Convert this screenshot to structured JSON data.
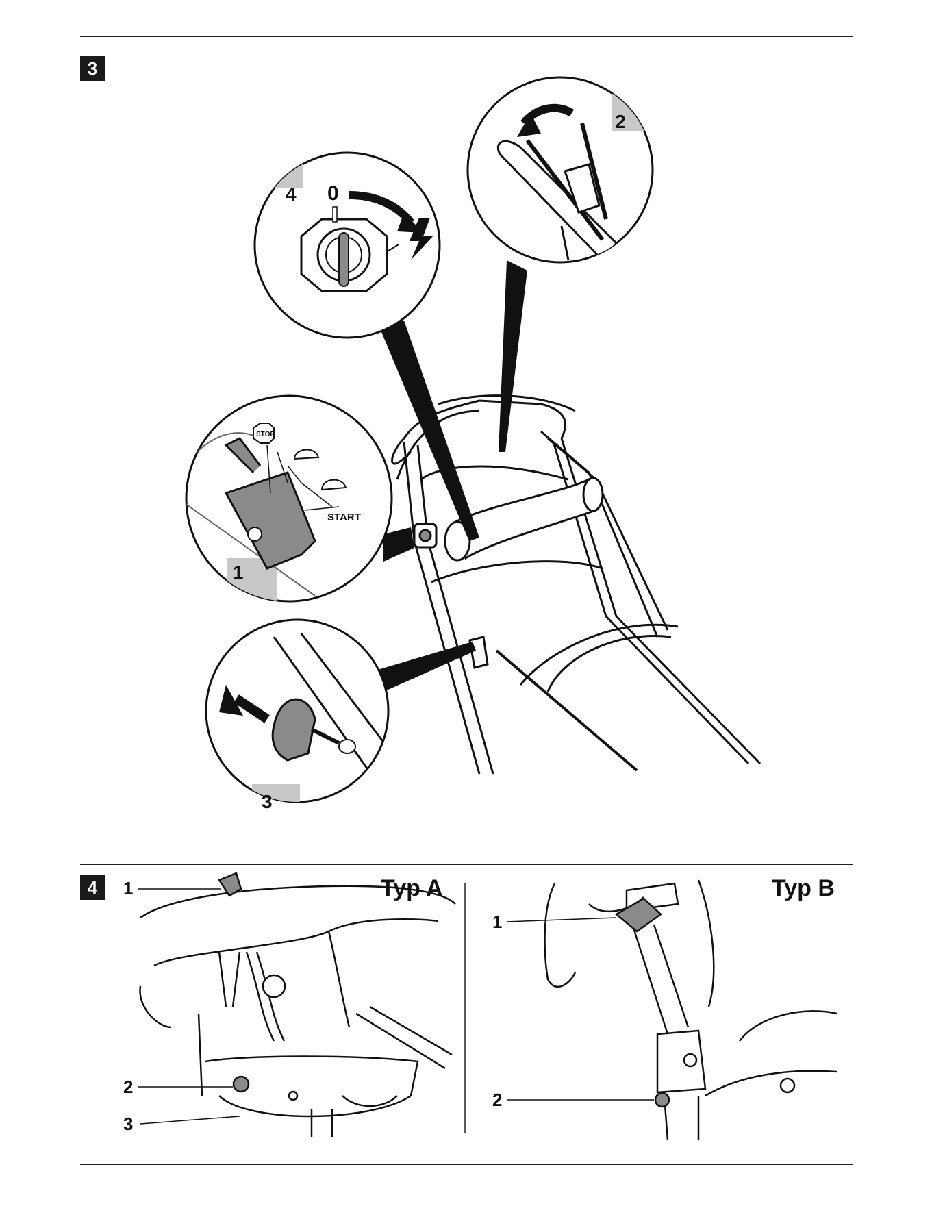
{
  "figure3": {
    "number": "3",
    "details": [
      {
        "number": "1",
        "labels": [
          "STOP",
          "START"
        ]
      },
      {
        "number": "2"
      },
      {
        "number": "3"
      },
      {
        "number": "4",
        "dial_zero": "0"
      }
    ]
  },
  "figure4": {
    "number": "4",
    "panel_a": {
      "title": "Typ A",
      "callouts": [
        "1",
        "2",
        "3"
      ]
    },
    "panel_b": {
      "title": "Typ B",
      "callouts": [
        "1",
        "2"
      ]
    }
  },
  "colors": {
    "ink": "#111111",
    "grey_tab": "#c8c8c8",
    "fill_grey": "#8a8a8a"
  }
}
